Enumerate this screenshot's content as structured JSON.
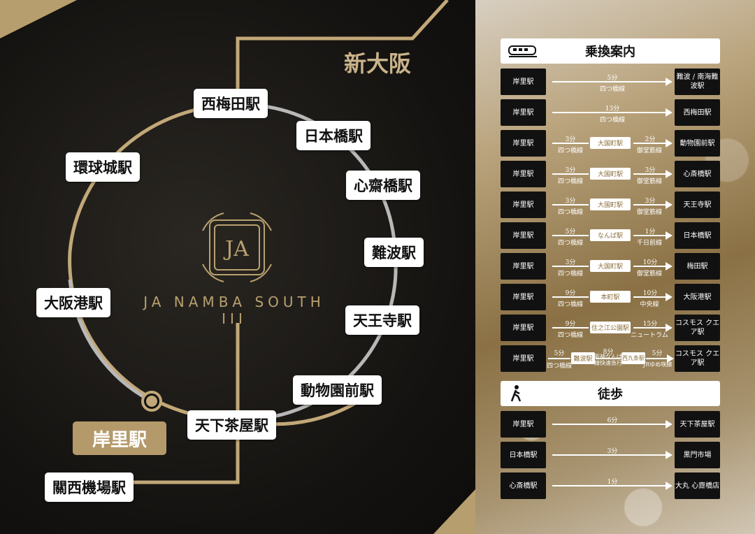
{
  "map": {
    "city_label": "新大阪",
    "home_station": "岸里駅",
    "logo_monogram": "JA",
    "logo_text": "JA NAMBA SOUTH III",
    "stations": [
      {
        "id": "nishi-umeda",
        "label": "西梅田駅"
      },
      {
        "id": "nipponbashi",
        "label": "日本橋駅"
      },
      {
        "id": "kankyujo",
        "label": "環球城駅"
      },
      {
        "id": "shinsaibashi",
        "label": "心齋橋駅"
      },
      {
        "id": "namba",
        "label": "難波駅"
      },
      {
        "id": "osakako",
        "label": "大阪港駅"
      },
      {
        "id": "tennoji",
        "label": "天王寺駅"
      },
      {
        "id": "dobutsuen",
        "label": "動物園前駅"
      },
      {
        "id": "tengachaya",
        "label": "天下茶屋駅"
      },
      {
        "id": "kansai-airport",
        "label": "關西機場駅"
      }
    ]
  },
  "transfer": {
    "title": "乗換案内",
    "routes": [
      {
        "from": "岸里駅",
        "to": "難波 / 南海難波駅",
        "seg1_time": "5分",
        "seg1_line": "四つ橋線"
      },
      {
        "from": "岸里駅",
        "to": "西梅田駅",
        "seg1_time": "13分",
        "seg1_line": "四つ橋線"
      },
      {
        "from": "岸里駅",
        "to": "動物園前駅",
        "seg1_time": "3分",
        "seg1_line": "四つ橋線",
        "mid": "大国町駅",
        "seg2_time": "2分",
        "seg2_line": "御堂筋線"
      },
      {
        "from": "岸里駅",
        "to": "心斎橋駅",
        "seg1_time": "3分",
        "seg1_line": "四つ橋線",
        "mid": "大国町駅",
        "seg2_time": "3分",
        "seg2_line": "御堂筋線"
      },
      {
        "from": "岸里駅",
        "to": "天王寺駅",
        "seg1_time": "3分",
        "seg1_line": "四つ橋線",
        "mid": "大国町駅",
        "seg2_time": "3分",
        "seg2_line": "御堂筋線"
      },
      {
        "from": "岸里駅",
        "to": "日本橋駅",
        "seg1_time": "5分",
        "seg1_line": "四つ橋線",
        "mid": "なんば駅",
        "seg2_time": "1分",
        "seg2_line": "千日前線"
      },
      {
        "from": "岸里駅",
        "to": "梅田駅",
        "seg1_time": "3分",
        "seg1_line": "四つ橋線",
        "mid": "大国町駅",
        "seg2_time": "10分",
        "seg2_line": "御堂筋線"
      },
      {
        "from": "岸里駅",
        "to": "大阪港駅",
        "seg1_time": "9分",
        "seg1_line": "四つ橋線",
        "mid": "本町駅",
        "seg2_time": "10分",
        "seg2_line": "中央線"
      },
      {
        "from": "岸里駅",
        "to": "コスモス クエア駅",
        "seg1_time": "9分",
        "seg1_line": "四つ橋線",
        "mid": "住之江公園駅",
        "seg2_time": "15分",
        "seg2_line": "ニュートラム"
      }
    ],
    "complex_route": {
      "from": "岸里駅",
      "to": "コスモス クエア駅",
      "seg1_time": "5分",
      "seg1_line": "四つ橋線",
      "mid1": "難波駅",
      "seg2_time": "8分",
      "seg2_line": "阪神なんば線快速急行",
      "mid2": "西九条駅",
      "seg3_time": "5分",
      "seg3_line": "JRゆめ咲線"
    }
  },
  "walk": {
    "title": "徒歩",
    "routes": [
      {
        "from": "岸里駅",
        "to": "天下茶屋駅",
        "time": "6分"
      },
      {
        "from": "日本橋駅",
        "to": "黒門市場",
        "time": "3分"
      },
      {
        "from": "心斎橋駅",
        "to": "大丸 心齋橋店",
        "time": "1分"
      }
    ]
  },
  "colors": {
    "gold": "#c2a878",
    "silver": "#b8b8b8",
    "dark": "#111111"
  }
}
